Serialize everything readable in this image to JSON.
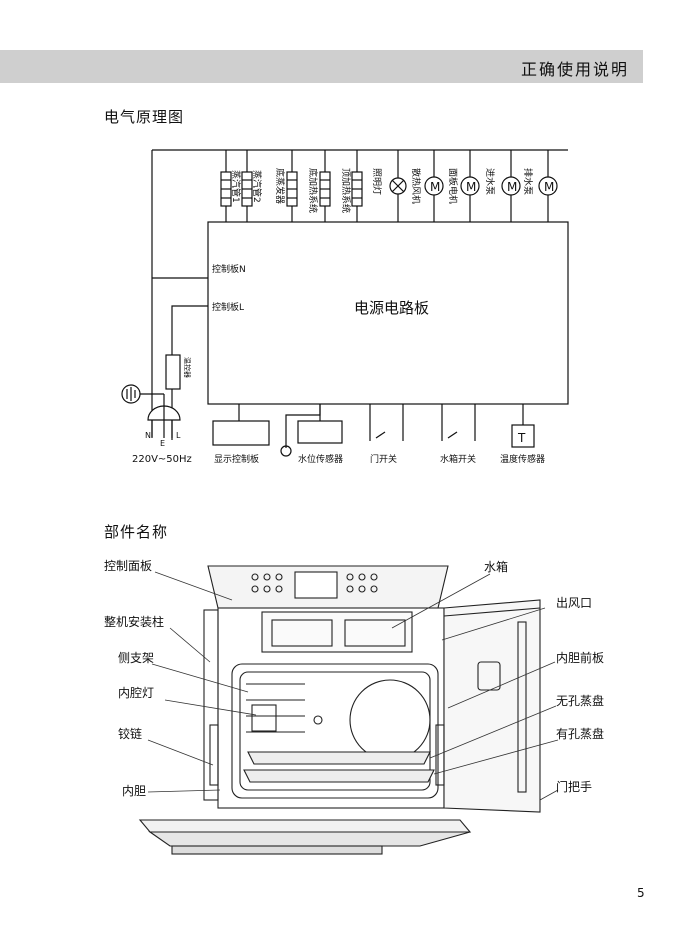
{
  "header": {
    "title": "正确使用说明"
  },
  "schematic": {
    "title": "电气原理图",
    "loads": [
      "蒸汽管1",
      "蒸汽管2",
      "底蒸发器",
      "底加热系统",
      "顶加热系统",
      "照明灯",
      "散热风机",
      "面板电机",
      "进水泵",
      "排水泵"
    ],
    "motor_symbol": "M",
    "board_label": "电源电路板",
    "terminal_n": "控制板N",
    "terminal_l": "控制板L",
    "thermostat": "温控器",
    "plug_labels": [
      "N",
      "E",
      "L"
    ],
    "power_spec": "220V~50Hz",
    "bottom_parts": [
      "显示控制板",
      "水位传感器",
      "门开关",
      "水箱开关",
      "温度传感器"
    ],
    "temp_sensor_symbol": "T"
  },
  "parts": {
    "title": "部件名称",
    "left_labels": [
      "控制面板",
      "整机安装柱",
      "侧支架",
      "内腔灯",
      "铰链",
      "内胆"
    ],
    "right_labels": [
      "水箱",
      "出风口",
      "内胆前板",
      "无孔蒸盘",
      "有孔蒸盘",
      "门把手"
    ]
  },
  "page_number": "5"
}
